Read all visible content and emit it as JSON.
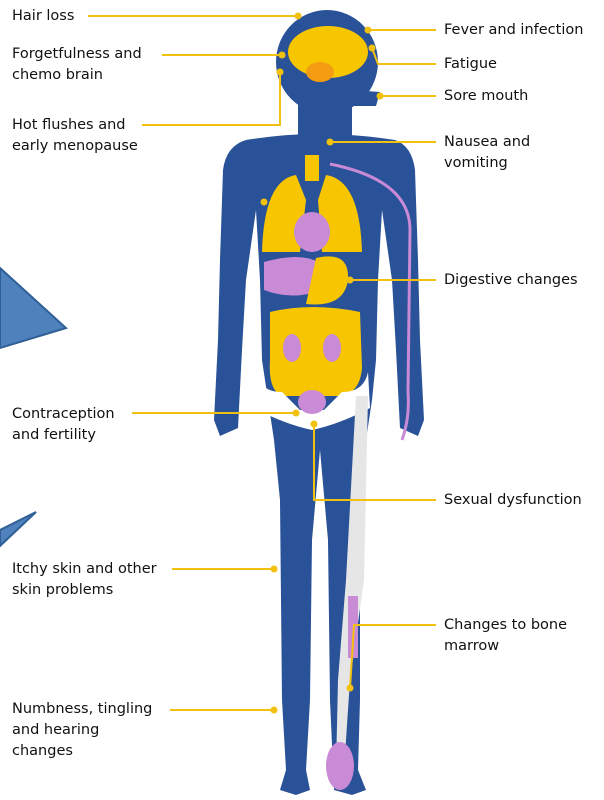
{
  "labels_left": [
    {
      "id": "hair-loss",
      "text": "Hair loss"
    },
    {
      "id": "forgetfulness",
      "text": "Forgetfulness and\nchemo brain"
    },
    {
      "id": "hot-flushes",
      "text": "Hot flushes and\nearly menopause"
    },
    {
      "id": "contraception",
      "text": "Contraception\nand fertility"
    },
    {
      "id": "itchy-skin",
      "text": "Itchy skin and other\nskin problems"
    },
    {
      "id": "numbness",
      "text": "Numbness, tingling\nand hearing\nchanges"
    }
  ],
  "labels_right": [
    {
      "id": "fever",
      "text": "Fever and infection"
    },
    {
      "id": "fatigue",
      "text": "Fatigue"
    },
    {
      "id": "sore-mouth",
      "text": "Sore mouth"
    },
    {
      "id": "nausea",
      "text": "Nausea and\nvomiting"
    },
    {
      "id": "digestive",
      "text": "Digestive changes"
    },
    {
      "id": "sexual",
      "text": "Sexual dysfunction"
    },
    {
      "id": "bone-marrow",
      "text": "Changes to bone\nmarrow"
    }
  ],
  "colors": {
    "body": "#2a5298",
    "leader": "#f2c10f",
    "organ_yellow": "#f7c600",
    "organ_pink": "#c98ad6",
    "bone": "#e6e6e6",
    "arrow": "#4f81bd"
  }
}
